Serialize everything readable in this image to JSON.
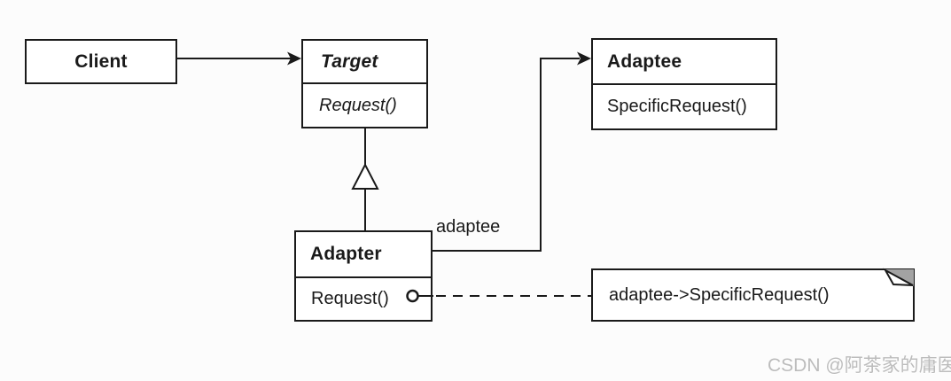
{
  "classes": {
    "client": {
      "name": "Client"
    },
    "target": {
      "name": "Target",
      "method": "Request()"
    },
    "adaptee": {
      "name": "Adaptee",
      "method": "SpecificRequest()"
    },
    "adapter": {
      "name": "Adapter",
      "method": "Request()"
    }
  },
  "labels": {
    "adaptee_reference": "adaptee"
  },
  "note": {
    "text": "adaptee->SpecificRequest()"
  },
  "watermark": {
    "text": "CSDN @阿茶家的庸医"
  },
  "icons": {
    "inheritance_triangle": "hollow-triangle-up",
    "association_arrowhead": "filled-arrowhead-right",
    "note_connector_anchor": "open-circle",
    "note_corner": "dog-ear-fold"
  },
  "colors": {
    "line": "#1a1a1a",
    "background": "#fcfcfc",
    "box_fill": "#ffffff",
    "note_fold_gray": "#a3a3a3",
    "watermark_gray": "#bcbcbc"
  }
}
